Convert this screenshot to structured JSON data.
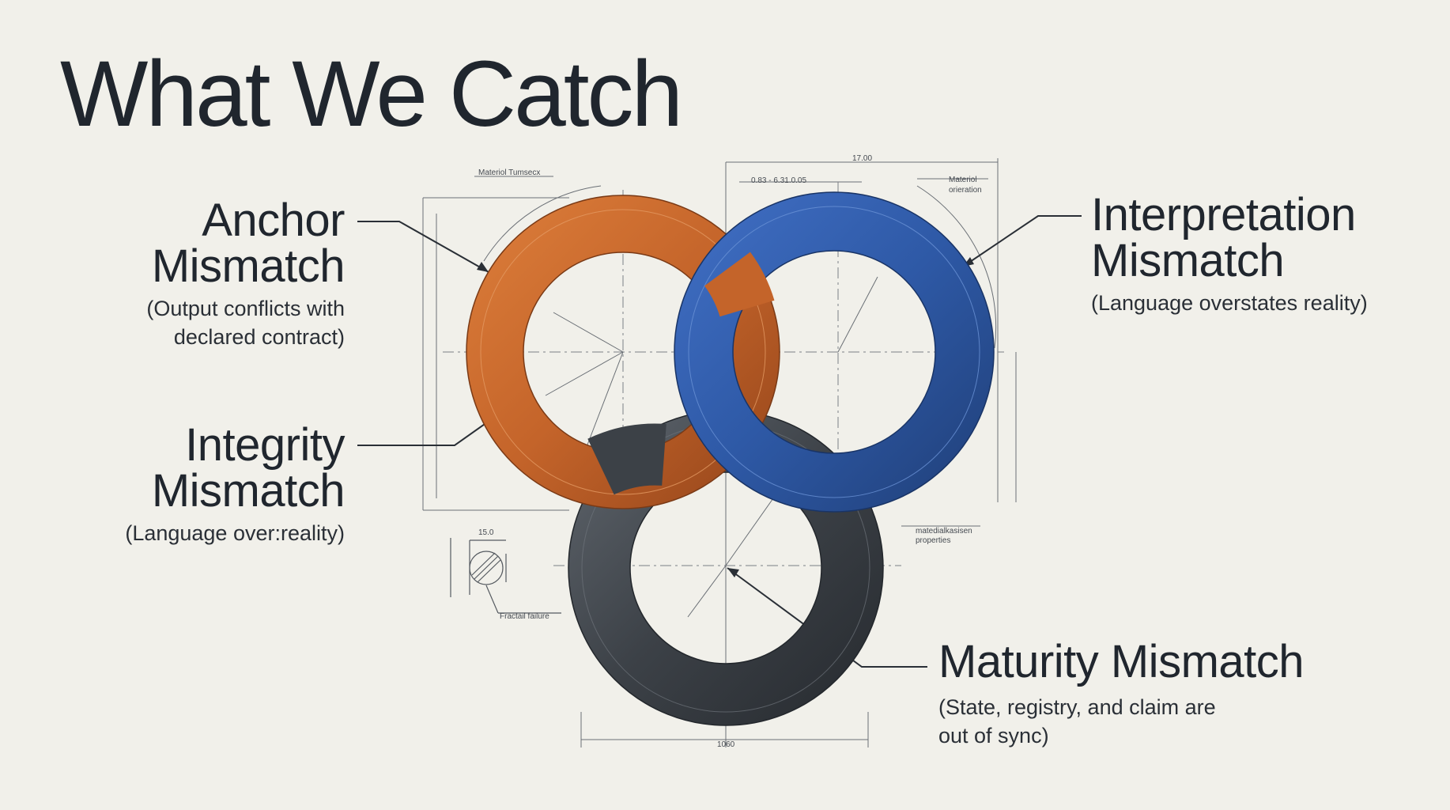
{
  "title": "What We Catch",
  "labels": {
    "anchor": {
      "name_line1": "Anchor",
      "name_line2": "Mismatch",
      "desc_line1": "(Output conflicts with",
      "desc_line2": "declared contract)"
    },
    "integrity": {
      "name_line1": "Integrity",
      "name_line2": "Mismatch",
      "desc_line1": "(Language over:reality)"
    },
    "interpretation": {
      "name_line1": "Interpretation",
      "name_line2": "Mismatch",
      "desc_line1": "(Language overstates reality)"
    },
    "maturity": {
      "name_line1": "Maturity Mismatch",
      "desc_line1": "(State, registry, and claim are",
      "desc_line2": "out of sync)"
    }
  },
  "annotations": {
    "top_dim": "17.00",
    "bottom_dim": "1060",
    "small_circle_dim": "15.0",
    "fracture_note": "Fractail failure",
    "material_left": "Materiol Tumsecx",
    "material_right_1": "Materiol",
    "material_right_2": "orieration",
    "properties_1": "matedialkasisen",
    "properties_2": "properties",
    "offset_dim": "0.83 - 6.31.0.05"
  },
  "colors": {
    "background": "#f1f0ea",
    "ring_orange": "#c9672a",
    "ring_blue": "#2f5ba7",
    "ring_dark": "#3a3f45",
    "line": "#555a60"
  }
}
